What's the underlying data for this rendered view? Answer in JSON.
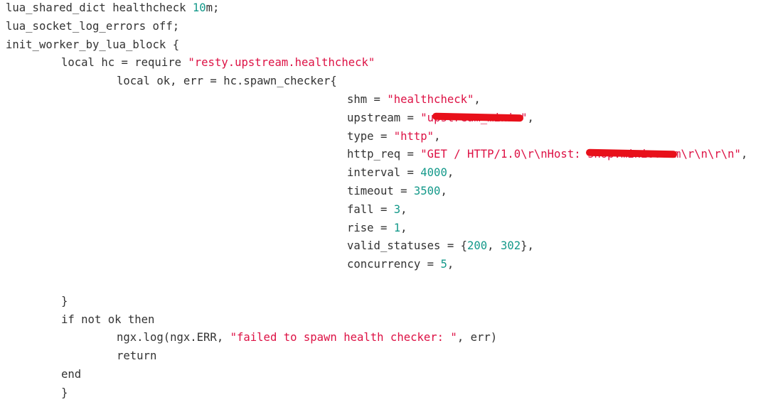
{
  "editor": {
    "lines": [
      {
        "indent": 0,
        "tokens": [
          {
            "t": "plain",
            "v": "lua_shared_dict healthcheck "
          },
          {
            "t": "num",
            "v": "10"
          },
          {
            "t": "plain",
            "v": "m;"
          }
        ]
      },
      {
        "indent": 0,
        "tokens": [
          {
            "t": "plain",
            "v": "lua_socket_log_errors off;"
          }
        ]
      },
      {
        "indent": 0,
        "tokens": [
          {
            "t": "plain",
            "v": "init_worker_by_lua_block {"
          }
        ]
      },
      {
        "indent": 1,
        "tokens": [
          {
            "t": "plain",
            "v": "local hc = require "
          },
          {
            "t": "str",
            "v": "\"resty.upstream.healthcheck\""
          }
        ]
      },
      {
        "indent": 2,
        "tokens": [
          {
            "t": "plain",
            "v": "local ok, err = hc.spawn_checker{"
          }
        ]
      },
      {
        "indent": 3,
        "tokens": [
          {
            "t": "plain",
            "v": "shm = "
          },
          {
            "t": "str",
            "v": "\"healthcheck\""
          },
          {
            "t": "plain",
            "v": ","
          }
        ]
      },
      {
        "indent": 3,
        "tokens": [
          {
            "t": "plain",
            "v": "upstream = "
          },
          {
            "t": "str",
            "v": "\"u"
          },
          {
            "t": "str-redacted",
            "v": "pstream_minio"
          },
          {
            "t": "str",
            "v": "\""
          },
          {
            "t": "plain",
            "v": ","
          }
        ]
      },
      {
        "indent": 3,
        "tokens": [
          {
            "t": "plain",
            "v": "type = "
          },
          {
            "t": "str",
            "v": "\"http\""
          },
          {
            "t": "plain",
            "v": ","
          }
        ]
      },
      {
        "indent": 3,
        "tokens": [
          {
            "t": "plain",
            "v": "http_req = "
          },
          {
            "t": "str",
            "v": "\"GET / HTTP/1.0\\r\\nHost: "
          },
          {
            "t": "str-redacted",
            "v": "shop.minio.co"
          },
          {
            "t": "str",
            "v": "m\\r\\n\\r\\n\""
          },
          {
            "t": "plain",
            "v": ","
          }
        ]
      },
      {
        "indent": 3,
        "tokens": [
          {
            "t": "plain",
            "v": "interval = "
          },
          {
            "t": "num",
            "v": "4000"
          },
          {
            "t": "plain",
            "v": ","
          }
        ]
      },
      {
        "indent": 3,
        "tokens": [
          {
            "t": "plain",
            "v": "timeout = "
          },
          {
            "t": "num",
            "v": "3500"
          },
          {
            "t": "plain",
            "v": ","
          }
        ]
      },
      {
        "indent": 3,
        "tokens": [
          {
            "t": "plain",
            "v": "fall = "
          },
          {
            "t": "num",
            "v": "3"
          },
          {
            "t": "plain",
            "v": ","
          }
        ]
      },
      {
        "indent": 3,
        "tokens": [
          {
            "t": "plain",
            "v": "rise = "
          },
          {
            "t": "num",
            "v": "1"
          },
          {
            "t": "plain",
            "v": ","
          }
        ]
      },
      {
        "indent": 3,
        "tokens": [
          {
            "t": "plain",
            "v": "valid_statuses = {"
          },
          {
            "t": "num",
            "v": "200"
          },
          {
            "t": "plain",
            "v": ", "
          },
          {
            "t": "num",
            "v": "302"
          },
          {
            "t": "plain",
            "v": "},"
          }
        ]
      },
      {
        "indent": 3,
        "tokens": [
          {
            "t": "plain",
            "v": "concurrency = "
          },
          {
            "t": "num",
            "v": "5"
          },
          {
            "t": "plain",
            "v": ","
          }
        ]
      },
      {
        "indent": 0,
        "tokens": [
          {
            "t": "plain",
            "v": ""
          }
        ]
      },
      {
        "indent": 1,
        "tokens": [
          {
            "t": "plain",
            "v": "}"
          }
        ]
      },
      {
        "indent": 1,
        "tokens": [
          {
            "t": "plain",
            "v": "if not ok then"
          }
        ]
      },
      {
        "indent": 2,
        "tokens": [
          {
            "t": "plain",
            "v": "ngx.log(ngx.ERR, "
          },
          {
            "t": "str",
            "v": "\"failed to spawn health checker: \""
          },
          {
            "t": "plain",
            "v": ", err)"
          }
        ]
      },
      {
        "indent": 2,
        "tokens": [
          {
            "t": "plain",
            "v": "return"
          }
        ]
      },
      {
        "indent": 1,
        "tokens": [
          {
            "t": "plain",
            "v": "end"
          }
        ]
      },
      {
        "indent": 1,
        "tokens": [
          {
            "t": "plain",
            "v": "}"
          }
        ]
      }
    ]
  },
  "colors": {
    "background": "#ffffff",
    "plain": "#333333",
    "string": "#dd1144",
    "number": "#14998a",
    "redaction": "#e8101a"
  }
}
